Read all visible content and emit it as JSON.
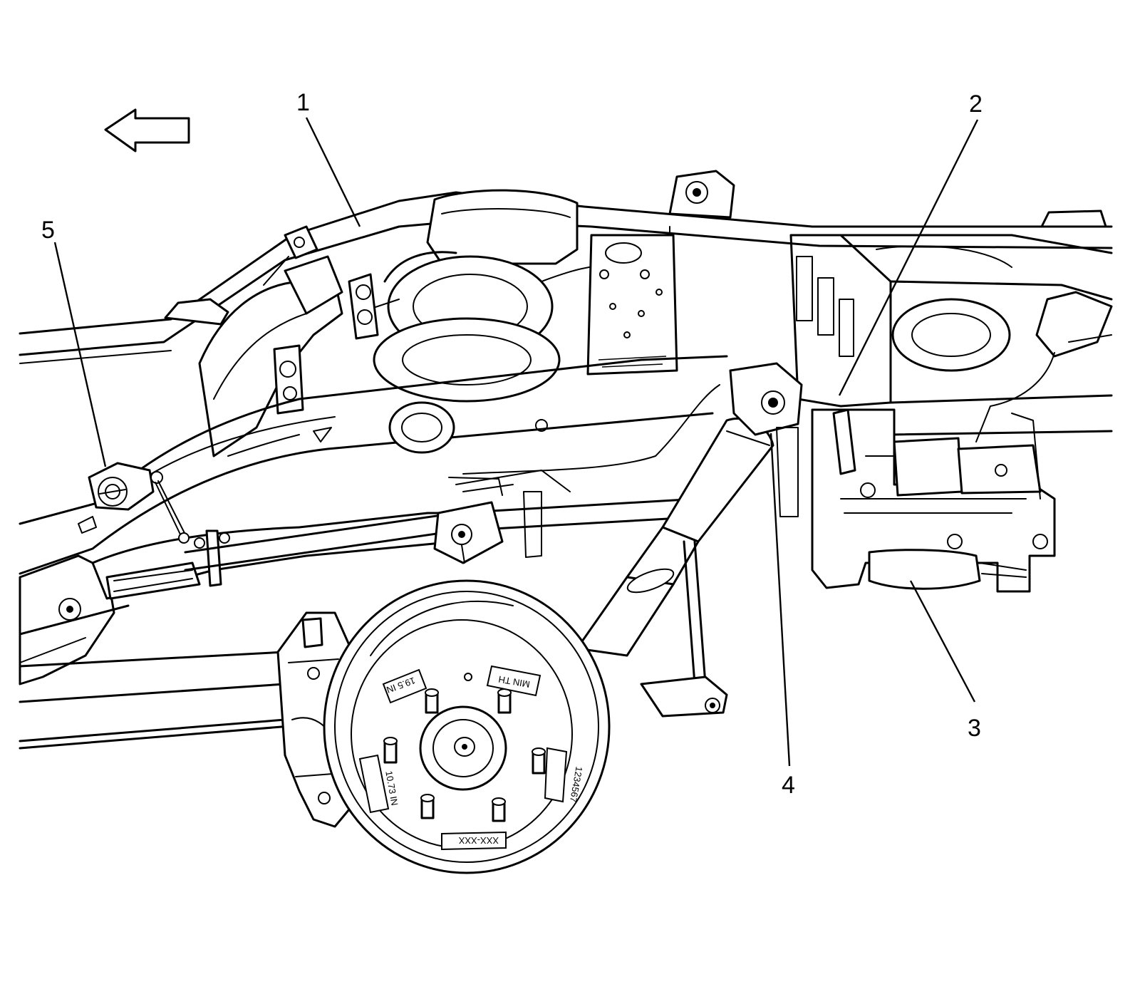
{
  "callouts": [
    {
      "id": "1",
      "label": "1"
    },
    {
      "id": "2",
      "label": "2"
    },
    {
      "id": "3",
      "label": "3"
    },
    {
      "id": "4",
      "label": "4"
    },
    {
      "id": "5",
      "label": "5"
    }
  ],
  "rotor_stamps": [
    "19.5 IN",
    "MIN TH",
    "10.73 IN",
    "XXX-XXX",
    "1234567"
  ],
  "icons": {
    "direction": "front-arrow-icon"
  }
}
